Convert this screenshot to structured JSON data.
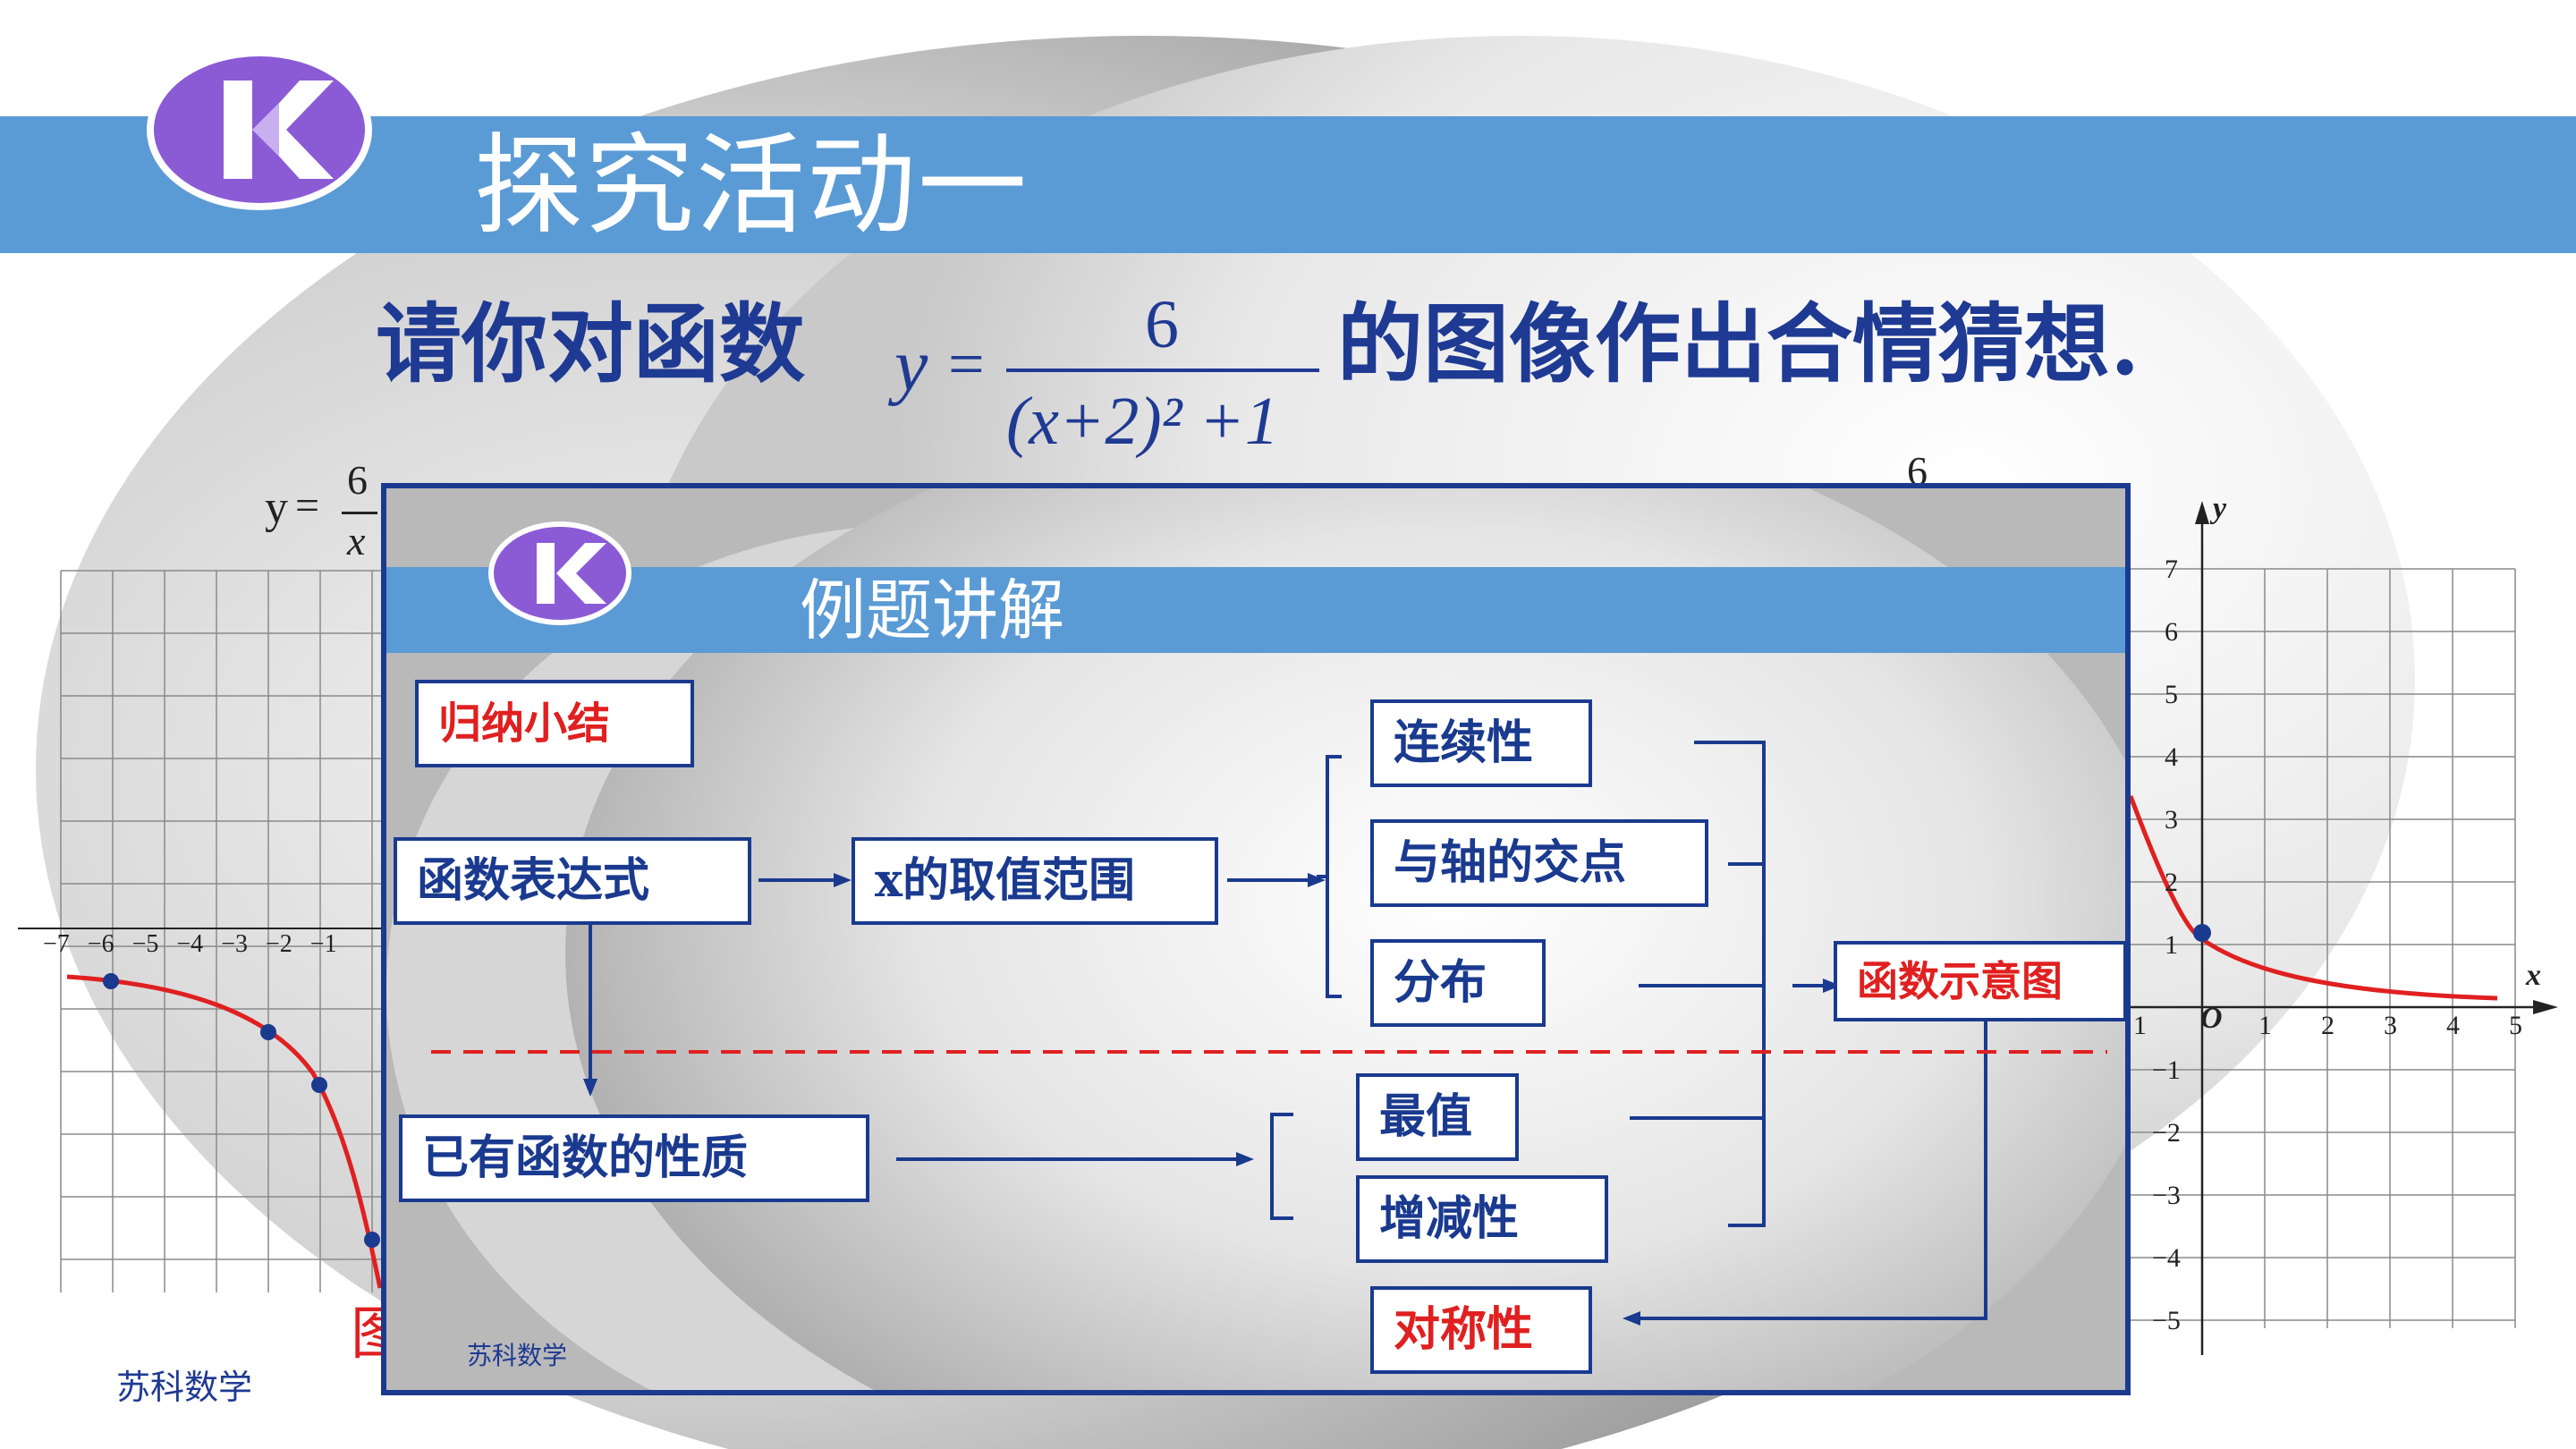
{
  "slide": {
    "title": "探究活动一",
    "question_prefix": "请你对函数",
    "question_suffix": "的图像作出合情猜想.",
    "formula": {
      "y": "y",
      "eq": "=",
      "numerator": "6",
      "denominator": "(x+2)² +1"
    },
    "left_formula": {
      "y": "y",
      "eq": "=",
      "numerator": "6",
      "denominator": "x"
    },
    "right_formula_fragment": "6",
    "footer": "苏科数学",
    "figure_caption_fragment": "图"
  },
  "inner_slide": {
    "title": "例题讲解",
    "footer": "苏科数学",
    "boxes": {
      "summary": "归纳小结",
      "expression": "函数表达式",
      "domain": "x的取值范围",
      "continuity": "连续性",
      "intersections": "与轴的交点",
      "distribution": "分布",
      "existing": "已有函数的性质",
      "extreme": "最值",
      "monotonic": "增减性",
      "sketch": "函数示意图",
      "symmetry": "对称性"
    }
  },
  "left_graph": {
    "x_ticks": [
      "−7",
      "−6",
      "−5",
      "−4",
      "−3",
      "−2",
      "−1"
    ]
  },
  "right_graph": {
    "x_label": "x",
    "y_label": "y",
    "origin": "O",
    "x_ticks": [
      "1",
      "1",
      "2",
      "3",
      "4",
      "5"
    ],
    "y_ticks": [
      "7",
      "6",
      "5",
      "4",
      "3",
      "2",
      "1",
      "−1",
      "−2",
      "−3",
      "−4",
      "−5"
    ]
  },
  "colors": {
    "band": "#5b9bd5",
    "navy": "#1a3a8f",
    "red": "#e02020",
    "logo": "#8b5bd6"
  }
}
